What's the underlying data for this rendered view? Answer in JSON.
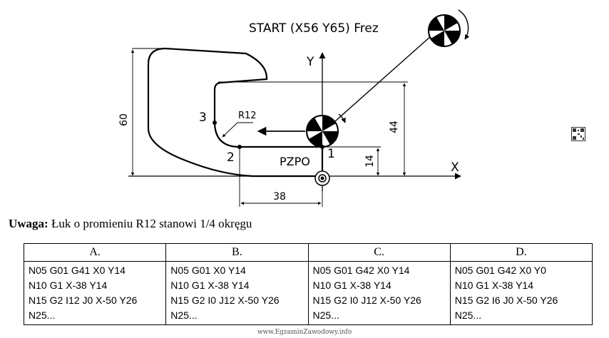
{
  "figure": {
    "start_label": "START (X56  Y65) Frez",
    "axis_y": "Y",
    "axis_x": "X",
    "dim_60": "60",
    "dim_44": "44",
    "dim_14": "14",
    "dim_38": "38",
    "radius_label": "R12",
    "point_1": "1",
    "point_2": "2",
    "point_3": "3",
    "pzpo": "PZPO"
  },
  "note": {
    "bold": "Uwaga:",
    "text": " Łuk o promieniu R12 stanowi 1/4 okręgu"
  },
  "options": [
    {
      "letter": "A.",
      "lines": [
        "N05 G01 G41 X0 Y14",
        "N10 G1 X-38 Y14",
        "N15 G2 I12 J0 X-50 Y26",
        "N25..."
      ]
    },
    {
      "letter": "B.",
      "lines": [
        "N05 G01 X0 Y14",
        "N10 G1 X-38 Y14",
        "N15 G2 I0 J12 X-50 Y26",
        "N25..."
      ]
    },
    {
      "letter": "C.",
      "lines": [
        "N05 G01 G42 X0 Y14",
        "N10 G1 X-38 Y14",
        "N15 G2 I0 J12 X-50 Y26",
        "N25..."
      ]
    },
    {
      "letter": "D.",
      "lines": [
        "N05 G01 G42 X0 Y0",
        "N10 G1 X-38 Y14",
        "N15 G2 I6 J0 X-50 Y26",
        "N25..."
      ]
    }
  ],
  "footer": "www.EgzaminZawodowy.info"
}
